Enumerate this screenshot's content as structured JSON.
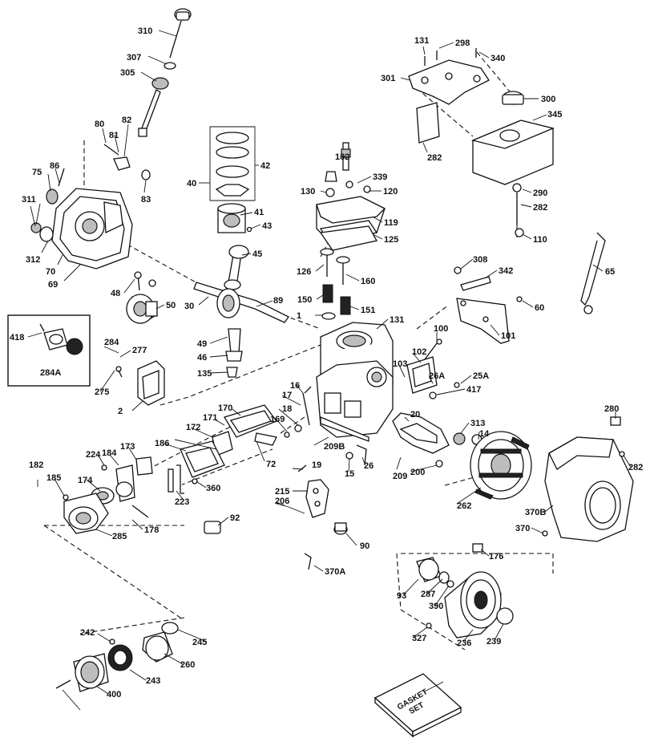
{
  "diagram": {
    "callouts": [
      "310",
      "307",
      "305",
      "80",
      "81",
      "82",
      "86",
      "75",
      "83",
      "311",
      "312",
      "70",
      "69",
      "40",
      "42",
      "41",
      "43",
      "45",
      "48",
      "50",
      "30",
      "89",
      "49",
      "46",
      "135",
      "132",
      "339",
      "130",
      "120",
      "119",
      "125",
      "126",
      "160",
      "150",
      "151",
      "1",
      "131",
      "131",
      "298",
      "340",
      "301",
      "300",
      "345",
      "282",
      "290",
      "282",
      "110",
      "65",
      "308",
      "342",
      "60",
      "101",
      "100",
      "102",
      "103",
      "26A",
      "25A",
      "417",
      "418",
      "284A",
      "284",
      "277",
      "275",
      "2",
      "16",
      "17",
      "18",
      "169",
      "170",
      "171",
      "172",
      "186",
      "72",
      "209B",
      "20",
      "313",
      "14",
      "15",
      "26",
      "209",
      "200",
      "19",
      "215",
      "206",
      "90",
      "370A",
      "262",
      "280",
      "282",
      "370B",
      "370",
      "176",
      "182",
      "185",
      "224",
      "184",
      "173",
      "174",
      "223",
      "360",
      "178",
      "285",
      "92",
      "93",
      "287",
      "390",
      "327",
      "236",
      "239",
      "242",
      "245",
      "260",
      "243",
      "400"
    ],
    "gasket_book_text": [
      "GASKET",
      "SET"
    ]
  }
}
